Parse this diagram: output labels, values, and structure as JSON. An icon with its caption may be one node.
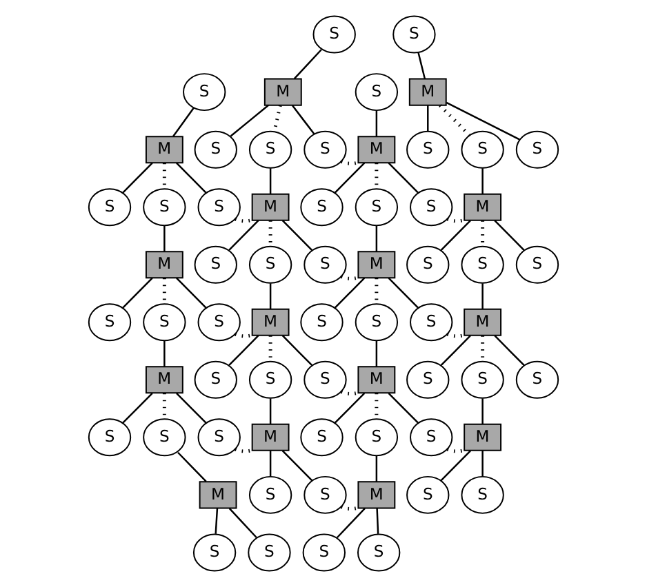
{
  "diagram": {
    "nodes": [
      {
        "text": [
          "S"
        ]
      },
      {
        "text": [
          "M"
        ]
      },
      {
        "text": [
          "S"
        ]
      },
      {
        "text": [
          "S"
        ]
      },
      {
        "text": [
          "S"
        ]
      },
      {
        "text": [
          "M"
        ]
      },
      {
        "text": [
          "S"
        ]
      },
      {
        "text": [
          "S"
        ]
      },
      {
        "text": [
          "S"
        ]
      },
      {
        "text": [
          "M"
        ]
      },
      {
        "text": [
          "S"
        ]
      },
      {
        "text": [
          "S"
        ]
      },
      {
        "text": [
          "S"
        ]
      },
      {
        "text": [
          "M"
        ]
      },
      {
        "text": [
          "S"
        ]
      },
      {
        "text": [
          "S"
        ]
      },
      {
        "text": [
          "S"
        ]
      },
      {
        "text": [
          "M"
        ]
      },
      {
        "text": [
          "S"
        ]
      },
      {
        "text": [
          "S"
        ]
      },
      {
        "text": [
          "S"
        ]
      },
      {
        "text": [
          "M"
        ]
      },
      {
        "text": [
          "S"
        ]
      },
      {
        "text": [
          "S"
        ]
      },
      {
        "text": [
          "S"
        ]
      },
      {
        "text": [
          "M"
        ]
      },
      {
        "text": [
          "S"
        ]
      },
      {
        "text": [
          "S"
        ]
      },
      {
        "text": [
          "S"
        ]
      },
      {
        "text": [
          "M"
        ]
      },
      {
        "text": [
          "S"
        ]
      },
      {
        "text": [
          "S"
        ]
      },
      {
        "text": [
          "S"
        ]
      },
      {
        "text": [
          "M"
        ]
      },
      {
        "text": [
          "S"
        ]
      },
      {
        "text": [
          "S"
        ]
      },
      {
        "text": [
          "S"
        ]
      },
      {
        "text": [
          "M"
        ]
      },
      {
        "text": [
          "S"
        ]
      },
      {
        "text": [
          "S"
        ]
      },
      {
        "text": [
          "S"
        ]
      },
      {
        "text": [
          "M"
        ]
      },
      {
        "text": [
          "S"
        ]
      },
      {
        "text": [
          "S"
        ]
      },
      {
        "text": [
          "S"
        ]
      },
      {
        "text": [
          "M"
        ]
      },
      {
        "text": [
          "S"
        ]
      },
      {
        "text": [
          "S"
        ]
      },
      {
        "text": [
          "S"
        ]
      },
      {
        "text": [
          "M"
        ]
      },
      {
        "text": [
          "S"
        ]
      },
      {
        "text": [
          "S"
        ]
      },
      {
        "text": [
          "S"
        ]
      },
      {
        "text": [
          "M"
        ]
      },
      {
        "text": [
          "S"
        ]
      },
      {
        "text": [
          "S"
        ]
      },
      {
        "text": [
          "S"
        ]
      },
      {
        "text": [
          "M"
        ]
      },
      {
        "text": [
          "S"
        ]
      },
      {
        "text": [
          "S"
        ]
      },
      {
        "text": [
          "S"
        ]
      },
      {
        "text": [
          "M"
        ]
      },
      {
        "text": [
          "S"
        ]
      },
      {
        "text": [
          "S"
        ]
      }
    ],
    "edges": [
      {
        "from": 0,
        "to": 1,
        "arrow": "none"
      },
      {
        "from": 1,
        "to": 2,
        "arrow": "none"
      },
      {
        "from": 1,
        "to": 3,
        "arrow": "none",
        "style": "dashed"
      },
      {
        "from": 1,
        "to": 4,
        "arrow": "none"
      },
      {
        "from": 3,
        "to": 5,
        "arrow": "none"
      },
      {
        "from": 5,
        "to": 6,
        "arrow": "none"
      },
      {
        "from": 5,
        "to": 7,
        "arrow": "none",
        "style": "dashed"
      },
      {
        "from": 5,
        "to": 8,
        "arrow": "none"
      },
      {
        "from": 7,
        "to": 9,
        "arrow": "none"
      },
      {
        "from": 9,
        "to": 10,
        "arrow": "none"
      },
      {
        "from": 9,
        "to": 11,
        "arrow": "none",
        "style": "dashed"
      },
      {
        "from": 9,
        "to": 12,
        "arrow": "none"
      },
      {
        "from": 11,
        "to": 13,
        "arrow": "none"
      },
      {
        "from": 13,
        "to": 14,
        "arrow": "none"
      },
      {
        "from": 13,
        "to": 15,
        "arrow": "none"
      },
      {
        "from": 4,
        "to": 21,
        "arrow": "none",
        "style": "dashed"
      },
      {
        "from": 8,
        "to": 25,
        "arrow": "none",
        "style": "dashed"
      },
      {
        "from": 12,
        "to": 29,
        "arrow": "none",
        "style": "dashed"
      },
      {
        "from": 16,
        "to": 17,
        "arrow": "none"
      },
      {
        "from": 17,
        "to": 18,
        "arrow": "none"
      },
      {
        "from": 17,
        "to": 19,
        "arrow": "none",
        "style": "dashed"
      },
      {
        "from": 17,
        "to": 20,
        "arrow": "none"
      },
      {
        "from": 19,
        "to": 21,
        "arrow": "none"
      },
      {
        "from": 21,
        "to": 22,
        "arrow": "none"
      },
      {
        "from": 21,
        "to": 23,
        "arrow": "none",
        "style": "dashed"
      },
      {
        "from": 21,
        "to": 24,
        "arrow": "none"
      },
      {
        "from": 23,
        "to": 25,
        "arrow": "none"
      },
      {
        "from": 25,
        "to": 26,
        "arrow": "none"
      },
      {
        "from": 25,
        "to": 27,
        "arrow": "none",
        "style": "dashed"
      },
      {
        "from": 25,
        "to": 28,
        "arrow": "none"
      },
      {
        "from": 27,
        "to": 29,
        "arrow": "none"
      },
      {
        "from": 29,
        "to": 30,
        "arrow": "none"
      },
      {
        "from": 29,
        "to": 31,
        "arrow": "none"
      },
      {
        "from": 20,
        "to": 33,
        "arrow": "none",
        "style": "dashed"
      },
      {
        "from": 24,
        "to": 37,
        "arrow": "none",
        "style": "dashed"
      },
      {
        "from": 28,
        "to": 41,
        "arrow": "none",
        "style": "dashed"
      },
      {
        "from": 31,
        "to": 45,
        "arrow": "none",
        "style": "dashed"
      },
      {
        "from": 32,
        "to": 33,
        "arrow": "none"
      },
      {
        "from": 33,
        "to": 34,
        "arrow": "none"
      },
      {
        "from": 33,
        "to": 35,
        "arrow": "none",
        "style": "dashed"
      },
      {
        "from": 33,
        "to": 36,
        "arrow": "none"
      },
      {
        "from": 35,
        "to": 37,
        "arrow": "none"
      },
      {
        "from": 37,
        "to": 38,
        "arrow": "none"
      },
      {
        "from": 37,
        "to": 39,
        "arrow": "none",
        "style": "dashed"
      },
      {
        "from": 37,
        "to": 40,
        "arrow": "none"
      },
      {
        "from": 39,
        "to": 41,
        "arrow": "none"
      },
      {
        "from": 41,
        "to": 42,
        "arrow": "none"
      },
      {
        "from": 41,
        "to": 43,
        "arrow": "none",
        "style": "dashed"
      },
      {
        "from": 41,
        "to": 44,
        "arrow": "none"
      },
      {
        "from": 43,
        "to": 45,
        "arrow": "none"
      },
      {
        "from": 45,
        "to": 46,
        "arrow": "none"
      },
      {
        "from": 45,
        "to": 47,
        "arrow": "none"
      },
      {
        "from": 36,
        "to": 53,
        "arrow": "none",
        "style": "dashed"
      },
      {
        "from": 40,
        "to": 57,
        "arrow": "none",
        "style": "dashed"
      },
      {
        "from": 44,
        "to": 61,
        "arrow": "none",
        "style": "dashed"
      },
      {
        "from": 48,
        "to": 49,
        "arrow": "none"
      },
      {
        "from": 49,
        "to": 50,
        "arrow": "none"
      },
      {
        "from": 49,
        "to": 51,
        "arrow": "none",
        "style": "dashed"
      },
      {
        "from": 49,
        "to": 52,
        "arrow": "none"
      },
      {
        "from": 51,
        "to": 53,
        "arrow": "none"
      },
      {
        "from": 53,
        "to": 54,
        "arrow": "none"
      },
      {
        "from": 53,
        "to": 55,
        "arrow": "none",
        "style": "dashed"
      },
      {
        "from": 53,
        "to": 56,
        "arrow": "none"
      },
      {
        "from": 55,
        "to": 57,
        "arrow": "none"
      },
      {
        "from": 57,
        "to": 58,
        "arrow": "none"
      },
      {
        "from": 57,
        "to": 59,
        "arrow": "none",
        "style": "dashed"
      },
      {
        "from": 57,
        "to": 60,
        "arrow": "none"
      },
      {
        "from": 59,
        "to": 61,
        "arrow": "none"
      },
      {
        "from": 61,
        "to": 62,
        "arrow": "none"
      },
      {
        "from": 61,
        "to": 63,
        "arrow": "none"
      }
    ]
  }
}
